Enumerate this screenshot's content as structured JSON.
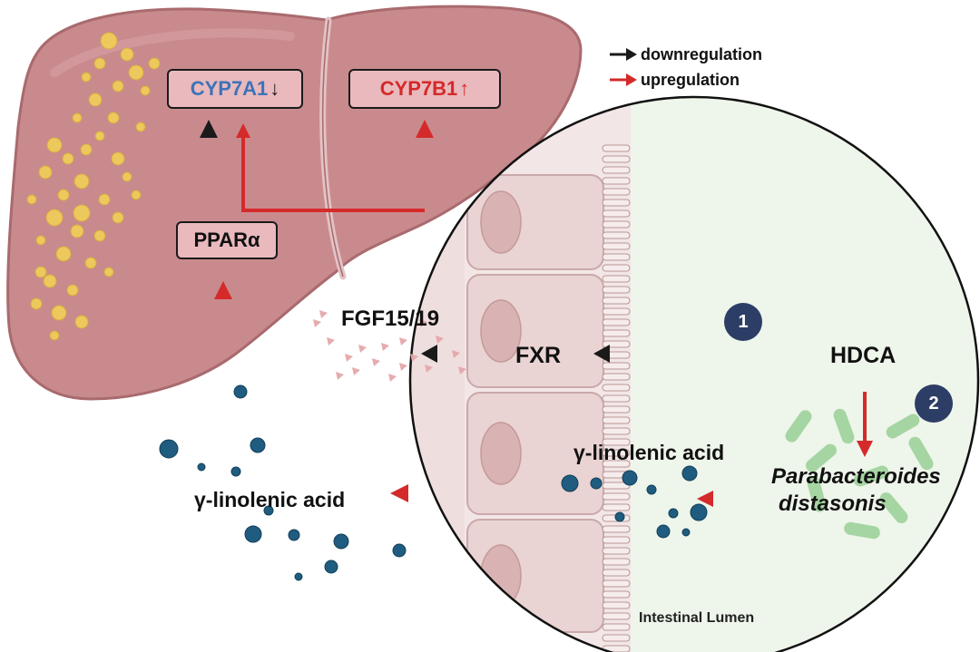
{
  "legend": {
    "down_label": "downregulation",
    "up_label": "upregulation",
    "down_color": "#1a1a1a",
    "up_color": "#d42a2a"
  },
  "liver": {
    "cyp7a1": "CYP7A1",
    "cyp7b1": "CYP7B1",
    "ppara": "PPARα",
    "cyp7a1_color": "#3d73b8",
    "cyp7b1_color": "#d42a2a"
  },
  "signals": {
    "fgf": "FGF15/19",
    "fxr": "FXR",
    "hdca": "HDCA",
    "gla_blood": "γ-linolenic acid",
    "gla_gut": "γ-linolenic acid",
    "bacterium_line1": "Parabacteroides",
    "bacterium_line2": "distasonis",
    "lumen": "Intestinal Lumen"
  },
  "steps": [
    "1",
    "2"
  ],
  "colors": {
    "liver_fill": "#c98a8e",
    "liver_outline": "#a96a6e",
    "lumen_bg": "#eef5ea",
    "cell_fill": "#ead3d3",
    "molecule": "#1f5c80",
    "bacteria": "#8cc98a"
  }
}
